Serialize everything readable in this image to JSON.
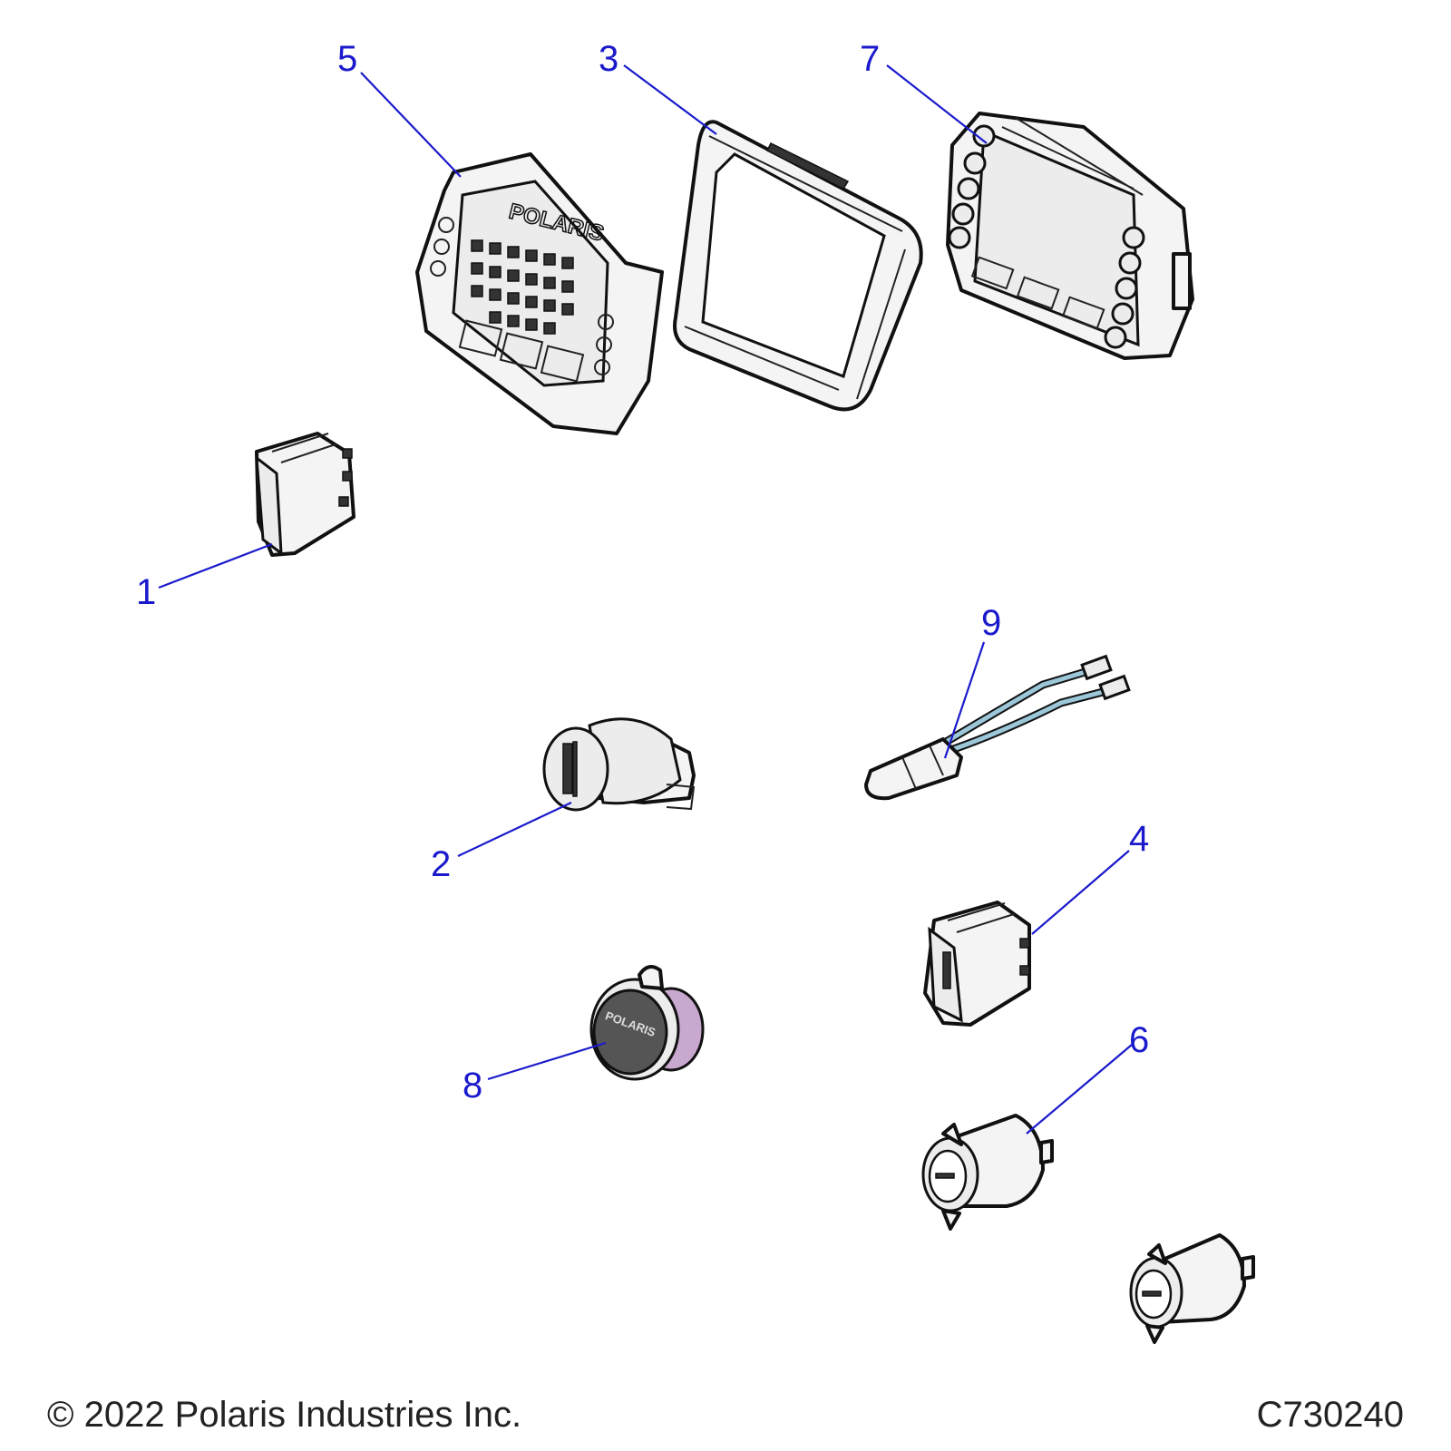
{
  "callouts": [
    {
      "id": "1",
      "label": "1"
    },
    {
      "id": "2",
      "label": "2"
    },
    {
      "id": "3",
      "label": "3"
    },
    {
      "id": "4",
      "label": "4"
    },
    {
      "id": "5",
      "label": "5"
    },
    {
      "id": "6",
      "label": "6"
    },
    {
      "id": "7",
      "label": "7"
    },
    {
      "id": "8",
      "label": "8"
    },
    {
      "id": "9",
      "label": "9"
    }
  ],
  "parts": {
    "bezel_brand_text": "POLARIS",
    "socket_cap_text": "POLARIS"
  },
  "footer": {
    "copyright": "© 2022 Polaris Industries Inc.",
    "drawing_number": "C730240"
  },
  "colors": {
    "callout": "#1a1acc",
    "line_art": "#111111",
    "wire": "#9cc7d9"
  }
}
